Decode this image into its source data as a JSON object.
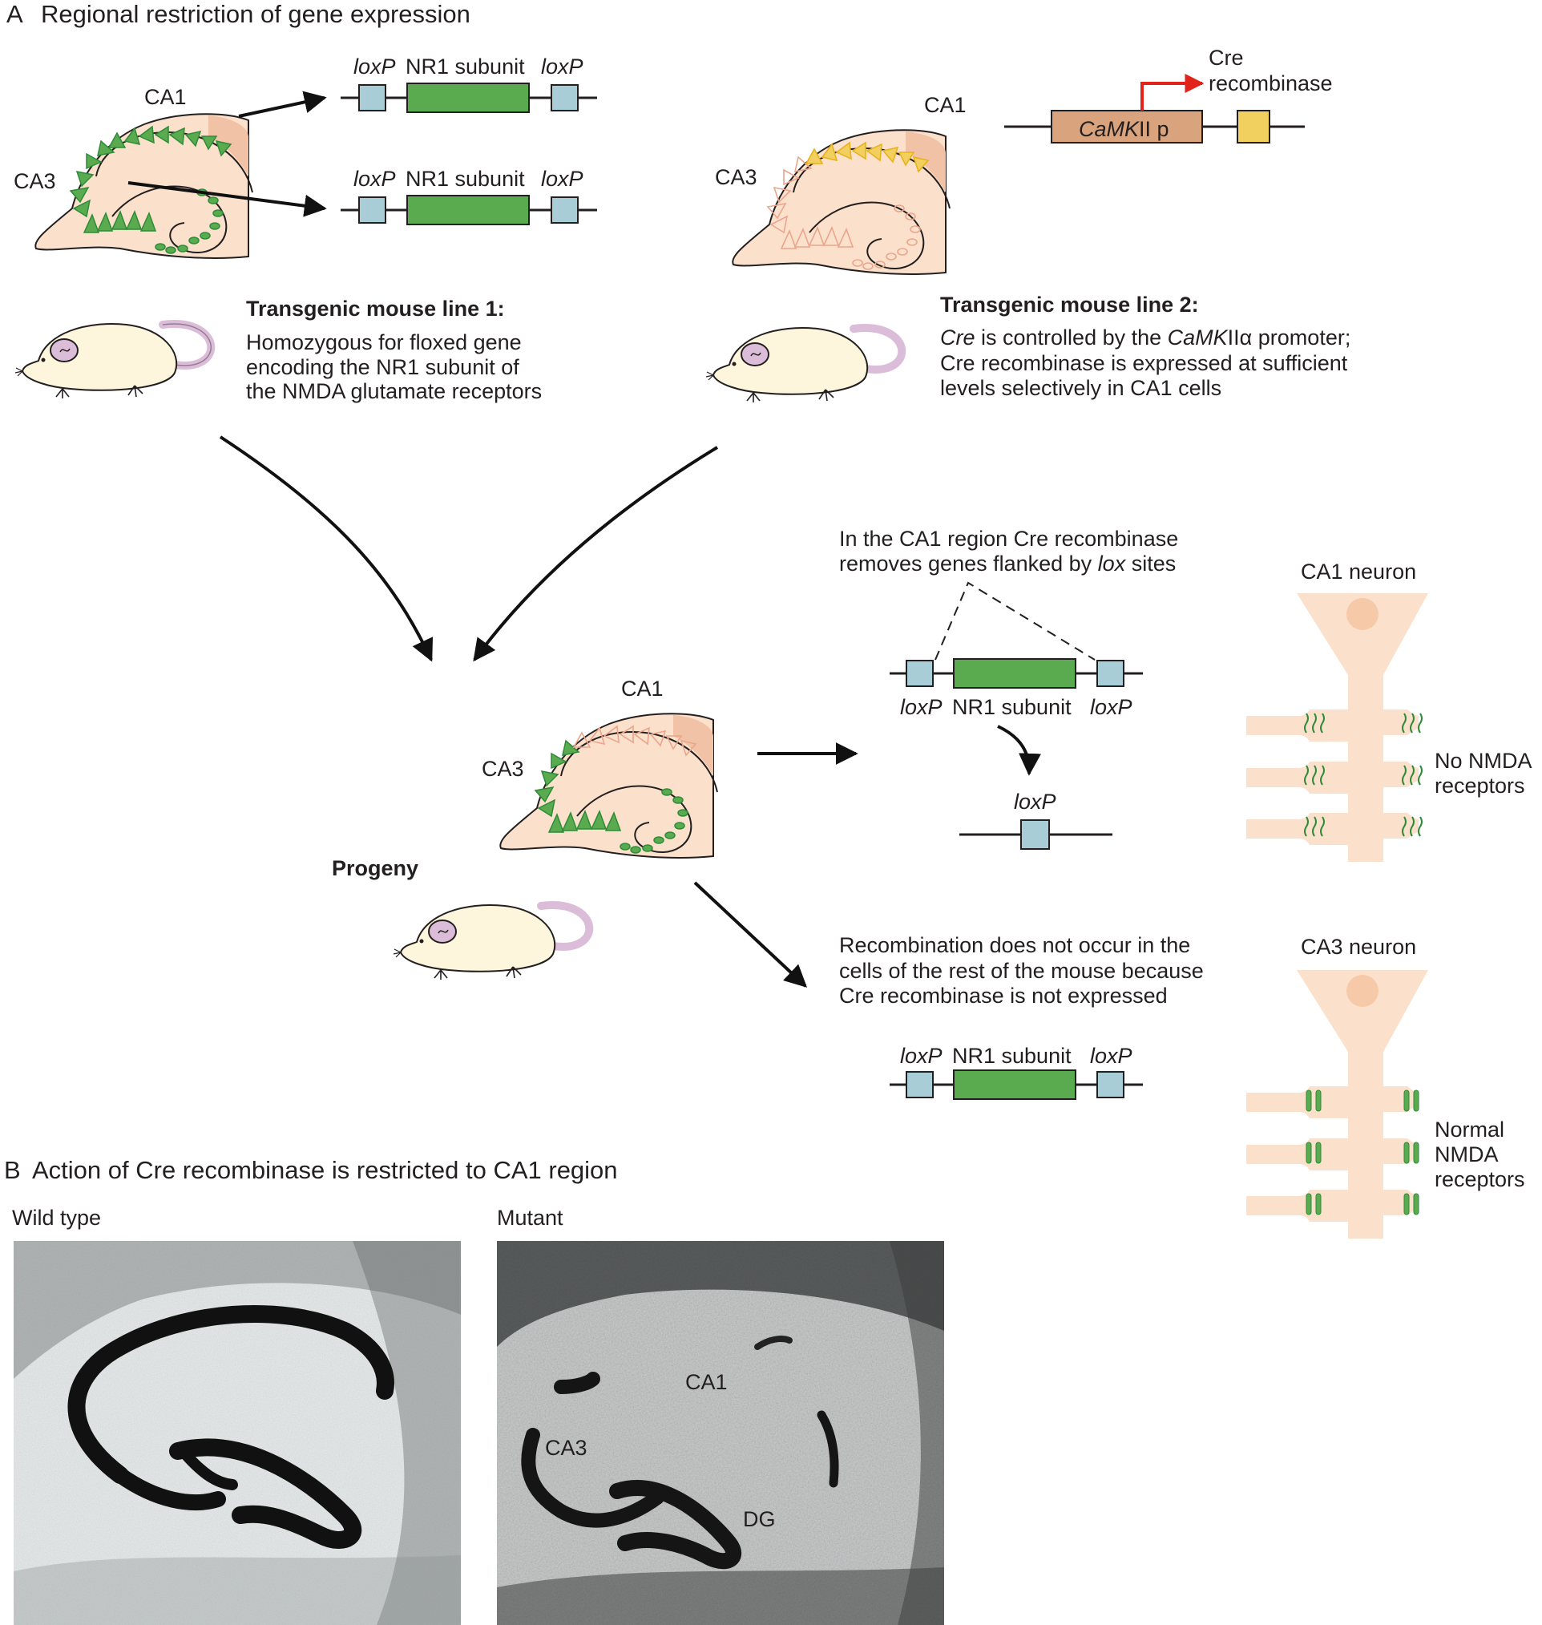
{
  "panel_a": {
    "letter": "A",
    "title": "Regional restriction of gene expression",
    "lox": "loxP",
    "nr1": "NR1 subunit",
    "ca1": "CA1",
    "ca3": "CA3",
    "cre_line1": "Cre",
    "cre_line2": "recombinase",
    "promoter_italic": "CaMK",
    "promoter_rest": "II  p",
    "line1_title": "Transgenic mouse line 1:",
    "line1_desc": [
      "Homozygous for floxed gene",
      "encoding the NR1 subunit of",
      "the NMDA glutamate receptors"
    ],
    "line2_title": "Transgenic mouse line 2:",
    "line2_desc1_a": "Cre",
    "line2_desc1_b": " is controlled by the ",
    "line2_desc1_c": "CaMK",
    "line2_desc1_d": "IIα promoter;",
    "line2_desc": [
      "Cre recombinase is expressed at sufficient",
      "levels selectively in CA1 cells"
    ],
    "ca1_note": [
      "In the CA1 region Cre recombinase",
      "removes genes flanked by "
    ],
    "ca1_note_lox": "lox",
    "ca1_note_end": " sites",
    "rest_note": [
      "Recombination does not occur in the",
      "cells of the rest of the mouse because",
      "Cre recombinase is not expressed"
    ],
    "progeny": "Progeny",
    "ca1_neuron": "CA1 neuron",
    "ca3_neuron": "CA3 neuron",
    "no_nmda": [
      "No NMDA",
      "receptors"
    ],
    "normal_nmda": [
      "Normal",
      "NMDA",
      "receptors"
    ]
  },
  "panel_b": {
    "letter": "B",
    "title": "Action of Cre recombinase is restricted to CA1 region",
    "wild_type": "Wild type",
    "mutant": "Mutant",
    "ca1": "CA1",
    "ca3": "CA3",
    "dg": "DG"
  },
  "colors": {
    "brain": "#fbe1cc",
    "brain_dark": "#f1c2a5",
    "green": "#5aab50",
    "green_dark": "#2e8b37",
    "loxp": "#a9cdd6",
    "promoter": "#d8a37d",
    "yellow_box": "#f2d060",
    "yellow_neuron": "#e8b21c",
    "pink_neuron": "#eaa58c",
    "red_arrow": "#e2231a",
    "mouse_body": "#fdf6dc",
    "mouse_tail": "#dcbdd9"
  }
}
